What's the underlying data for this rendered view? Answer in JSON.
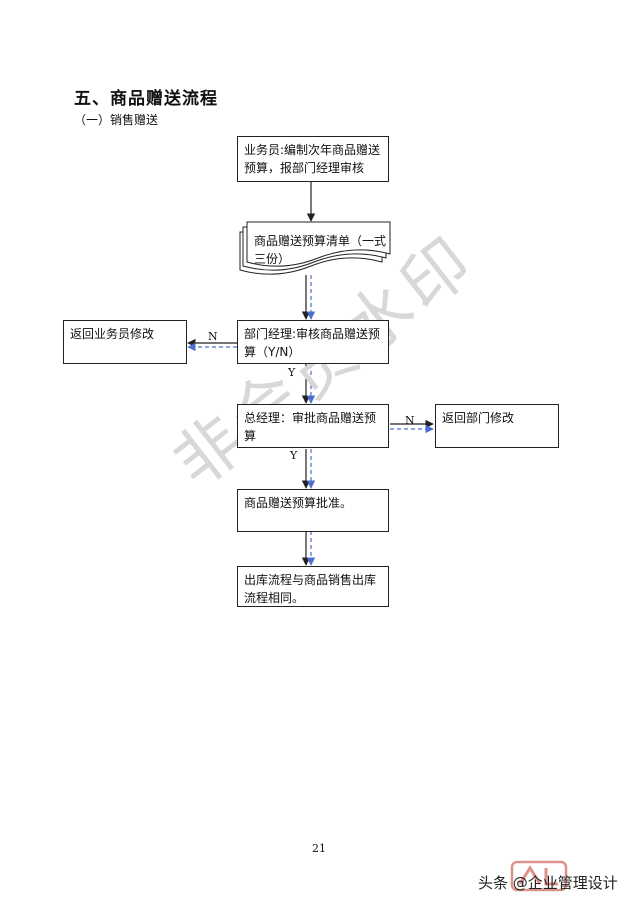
{
  "title": "五、商品赠送流程",
  "subtitle": "（一）销售赠送",
  "nodes": {
    "step1": "业务员:编制次年商品赠送预算，报部门经理审核",
    "doc": "商品赠送预算清单（一式三份）",
    "step2": "部门经理:审核商品赠送预算（Y/N）",
    "reject1": "返回业务员修改",
    "step3": "总经理：审批商品赠送预算",
    "reject2": "返回部门修改",
    "step4": "商品赠送预算批准。",
    "step5": "出库流程与商品销售出库流程相同。"
  },
  "edge_labels": {
    "n1": "N",
    "y1": "Y",
    "n2": "N",
    "y2": "Y"
  },
  "colors": {
    "solid_arrow": "#222222",
    "dashed_arrow": "#4a6fd1"
  },
  "watermark": "非会员水印",
  "page_number": "21",
  "footer_watermark": "头条 @企业管理设计"
}
